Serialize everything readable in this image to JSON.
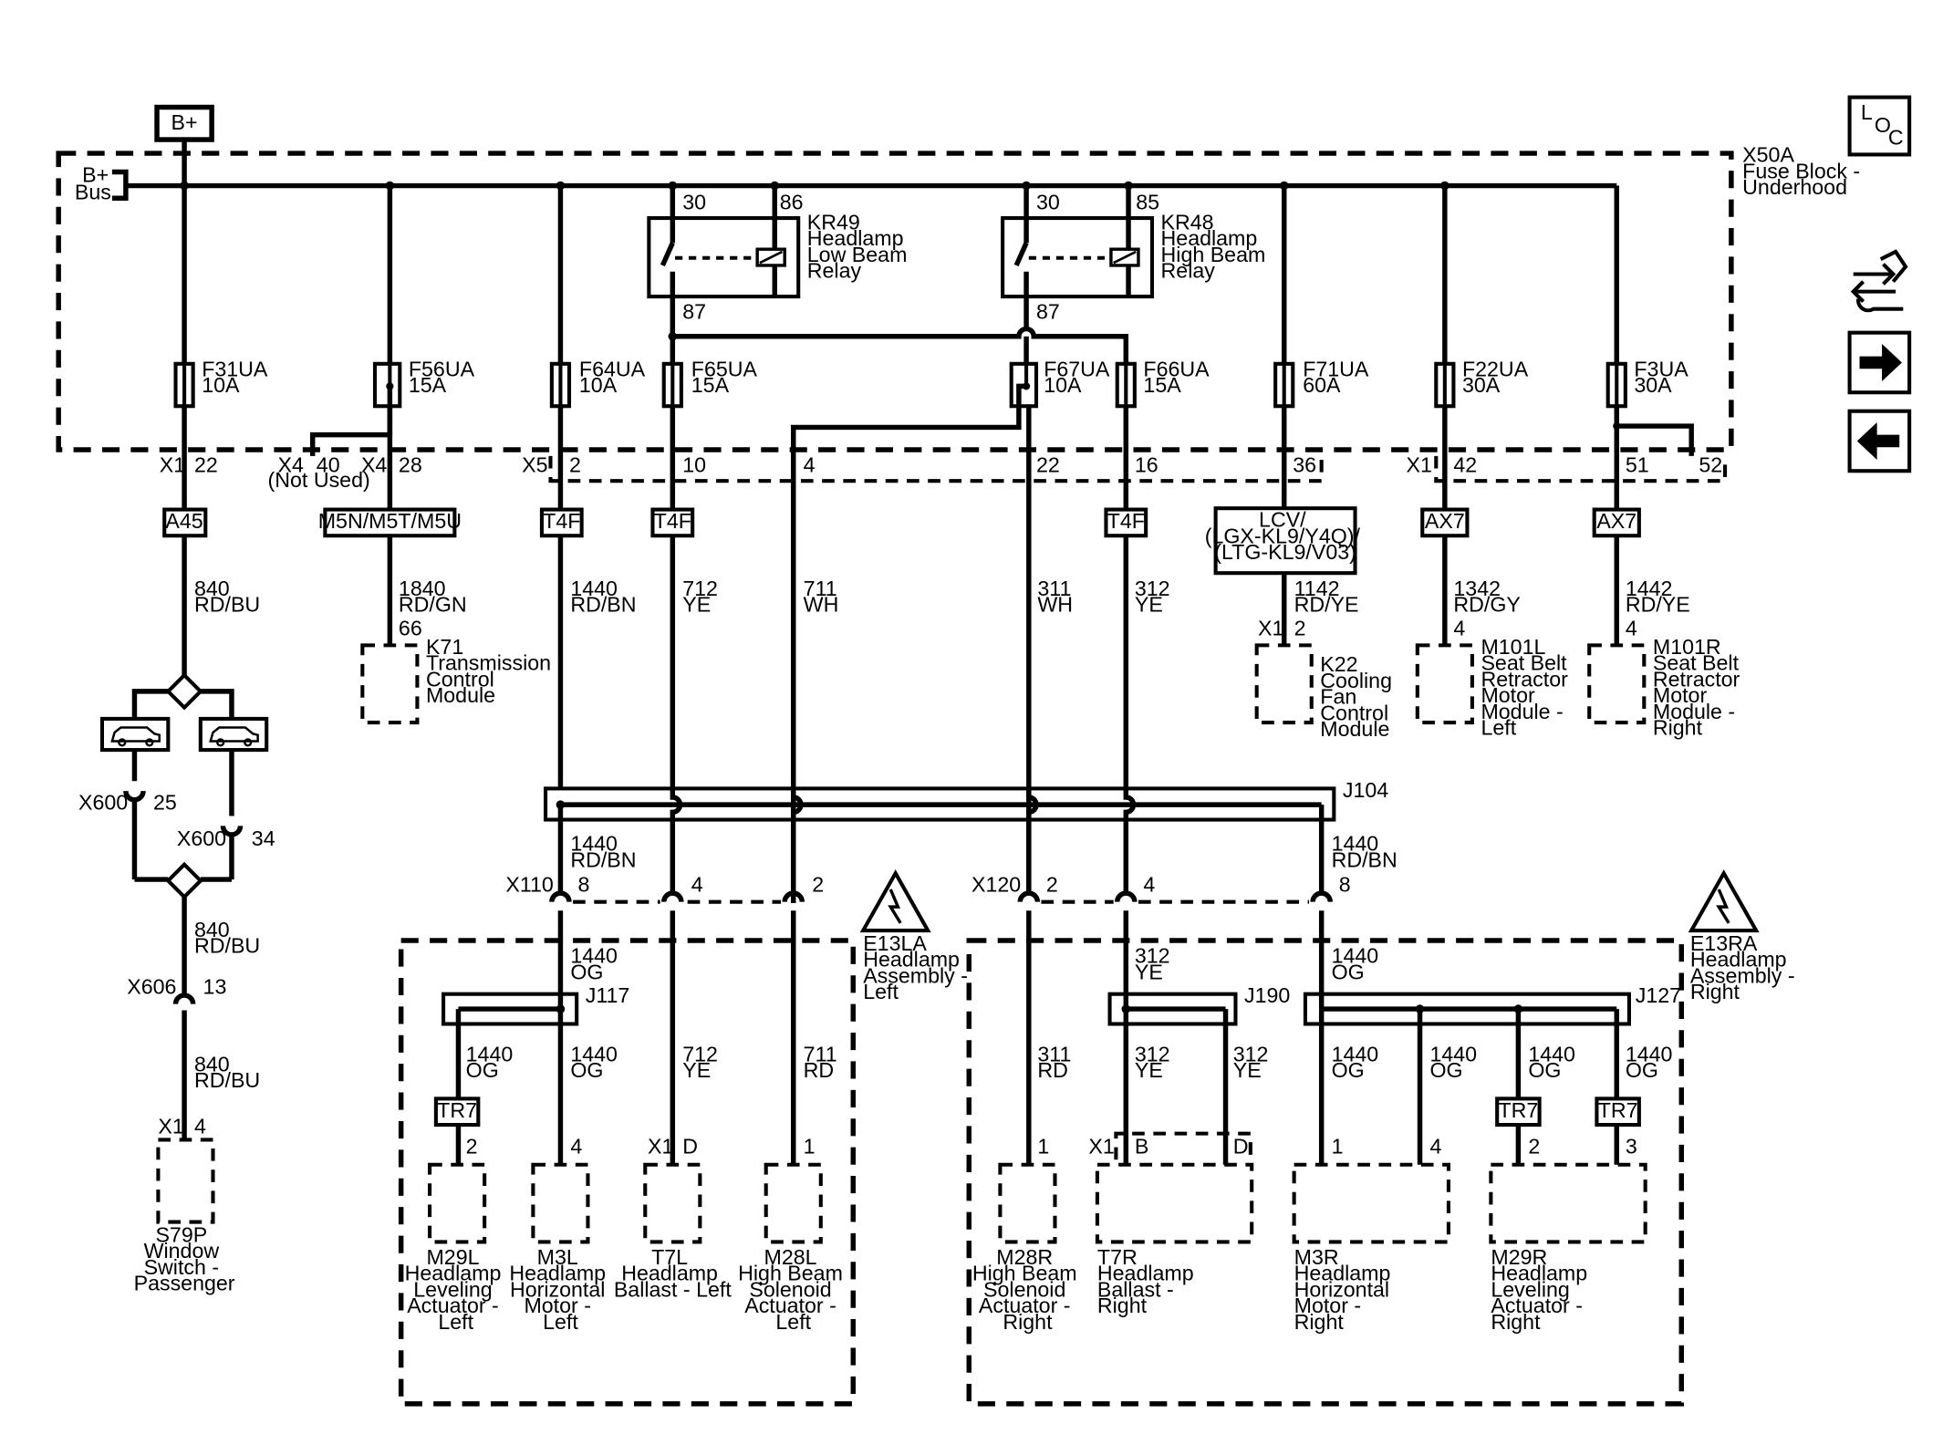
{
  "power": {
    "source": "B+",
    "bus_lines": [
      "B+",
      "Bus"
    ]
  },
  "fuse_block": {
    "lines": [
      "X50A",
      "Fuse Block -",
      "Underhood"
    ]
  },
  "loc_icon": {
    "letters": [
      "L",
      "O",
      "C"
    ]
  },
  "relays": {
    "kr49": {
      "lines": [
        "KR49",
        "Headlamp",
        "Low Beam",
        "Relay"
      ],
      "pins": [
        "30",
        "86",
        "87"
      ]
    },
    "kr48": {
      "lines": [
        "KR48",
        "Headlamp",
        "High Beam",
        "Relay"
      ],
      "pins": [
        "30",
        "85",
        "87"
      ]
    }
  },
  "fuses": [
    {
      "id": "F31UA",
      "rating": "10A"
    },
    {
      "id": "F56UA",
      "rating": "15A"
    },
    {
      "id": "F64UA",
      "rating": "10A"
    },
    {
      "id": "F65UA",
      "rating": "15A"
    },
    {
      "id": "F67UA",
      "rating": "10A"
    },
    {
      "id": "F66UA",
      "rating": "15A"
    },
    {
      "id": "F71UA",
      "rating": "60A"
    },
    {
      "id": "F22UA",
      "rating": "30A"
    },
    {
      "id": "F3UA",
      "rating": "30A"
    }
  ],
  "connector_pins": {
    "x1_a": "X1",
    "p22a": "22",
    "x4_a": "X4",
    "p40": "40",
    "not_used": "(Not Used)",
    "x4_b": "X4",
    "p28": "28",
    "x5": "X5",
    "p2": "2",
    "p10": "10",
    "p4": "4",
    "p22b": "22",
    "p16": "16",
    "p36": "36",
    "x1_b": "X1",
    "p42": "42",
    "p51": "51",
    "p52": "52"
  },
  "option_codes": {
    "a45": "A45",
    "m5n": "M5N/M5T/M5U",
    "t4f": "T4F",
    "lcv": [
      "LCV/",
      "(LGX-KL9/Y4Q)/",
      "(LTG-KL9/V03)"
    ],
    "ax7": "AX7"
  },
  "wires": {
    "w840a": [
      "840",
      "RD/BU"
    ],
    "w1840": [
      "1840",
      "RD/GN"
    ],
    "w1440a": [
      "1440",
      "RD/BN"
    ],
    "w712a": [
      "712",
      "YE"
    ],
    "w711a": [
      "711",
      "WH"
    ],
    "w311a": [
      "311",
      "WH"
    ],
    "w312a": [
      "312",
      "YE"
    ],
    "w1142": [
      "1142",
      "RD/YE"
    ],
    "w1342": [
      "1342",
      "RD/GY"
    ],
    "w1442": [
      "1442",
      "RD/YE"
    ],
    "w1440b": [
      "1440",
      "RD/BN"
    ],
    "w1440c": [
      "1440",
      "RD/BN"
    ],
    "w840b": [
      "840",
      "RD/BU"
    ],
    "w840c": [
      "840",
      "RD/BU"
    ],
    "w1440d": [
      "1440",
      "OG"
    ],
    "w1440e": [
      "1440",
      "OG"
    ],
    "w1440f": [
      "1440",
      "OG"
    ],
    "w712b": [
      "712",
      "YE"
    ],
    "w711b": [
      "711",
      "RD"
    ],
    "w312b": [
      "312",
      "YE"
    ],
    "w311b": [
      "311",
      "RD"
    ],
    "w312c": [
      "312",
      "YE"
    ],
    "w312d": [
      "312",
      "YE"
    ],
    "w1440g": [
      "1440",
      "OG"
    ],
    "w1440h": [
      "1440",
      "OG"
    ],
    "w1440i": [
      "1440",
      "OG"
    ],
    "w1440j": [
      "1440",
      "OG"
    ],
    "w1440k": [
      "1440",
      "OG"
    ]
  },
  "modules": {
    "k71": {
      "pin": "66",
      "lines": [
        "K71",
        "Transmission",
        "Control",
        "Module"
      ]
    },
    "k22": {
      "conn": "X1",
      "pin": "2",
      "lines": [
        "K22",
        "Cooling",
        "Fan",
        "Control",
        "Module"
      ]
    },
    "m101l": {
      "pin": "4",
      "lines": [
        "M101L",
        "Seat Belt",
        "Retractor",
        "Motor",
        "Module -",
        "Left"
      ]
    },
    "m101r": {
      "pin": "4",
      "lines": [
        "M101R",
        "Seat Belt",
        "Retractor",
        "Motor",
        "Module -",
        "Right"
      ]
    },
    "s79p": {
      "conn": "X1",
      "pin": "4",
      "lines": [
        "S79P",
        "Window",
        "Switch -",
        "Passenger"
      ]
    }
  },
  "inline": {
    "x600a": "X600",
    "p25": "25",
    "x600b": "X600",
    "p34": "34",
    "x606": "X606",
    "p13": "13",
    "x110": "X110",
    "p8a": "8",
    "p4a": "4",
    "p2a": "2",
    "x120": "X120",
    "p2b": "2",
    "p4b": "4",
    "p8b": "8"
  },
  "splices": {
    "j104": "J104",
    "j117": "J117",
    "j190": "J190",
    "j127": "J127"
  },
  "assemblies": {
    "left": {
      "lines": [
        "E13LA",
        "Headlamp",
        "Assembly -",
        "Left"
      ]
    },
    "right": {
      "lines": [
        "E13RA",
        "Headlamp",
        "Assembly -",
        "Right"
      ]
    }
  },
  "tr7": "TR7",
  "left_components": [
    {
      "pin": "2",
      "lines": [
        "M29L",
        "Headlamp",
        "Leveling",
        "Actuator -",
        "Left"
      ]
    },
    {
      "pin": "4",
      "lines": [
        "M3L",
        "Headlamp",
        "Horizontal",
        "Motor -",
        "Left"
      ]
    },
    {
      "conn": "X1",
      "pin": "D",
      "lines": [
        "T7L",
        "Headlamp",
        "Ballast - Left"
      ]
    },
    {
      "pin": "1",
      "lines": [
        "M28L",
        "High Beam",
        "Solenoid",
        "Actuator -",
        "Left"
      ]
    }
  ],
  "right_components": [
    {
      "pin": "1",
      "lines": [
        "M28R",
        "High Beam",
        "Solenoid",
        "Actuator -",
        "Right"
      ]
    },
    {
      "conn": "X1",
      "pin_b": "B",
      "pin_d": "D",
      "lines": [
        "T7R",
        "Headlamp",
        "Ballast -",
        "Right"
      ]
    },
    {
      "pin_1": "1",
      "pin_4": "4",
      "lines": [
        "M3R",
        "Headlamp",
        "Horizontal",
        "Motor -",
        "Right"
      ]
    },
    {
      "pin_2": "2",
      "pin_3": "3",
      "lines": [
        "M29R",
        "Headlamp",
        "Leveling",
        "Actuator -",
        "Right"
      ]
    }
  ]
}
